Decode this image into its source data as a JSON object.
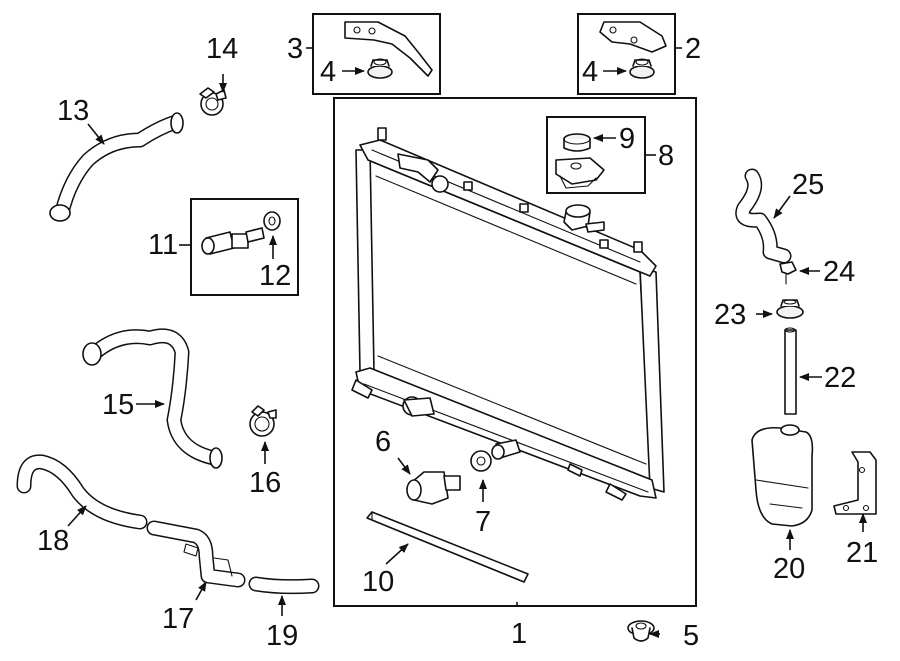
{
  "diagram": {
    "callouts": {
      "c1": "1",
      "c2": "2",
      "c3": "3",
      "c4a": "4",
      "c4b": "4",
      "c5": "5",
      "c6": "6",
      "c7": "7",
      "c8": "8",
      "c9": "9",
      "c10": "10",
      "c11": "11",
      "c12": "12",
      "c13": "13",
      "c14": "14",
      "c15": "15",
      "c16": "16",
      "c17": "17",
      "c18": "18",
      "c19": "19",
      "c20": "20",
      "c21": "21",
      "c22": "22",
      "c23": "23",
      "c24": "24",
      "c25": "25"
    }
  },
  "colors": {
    "line": "#111111",
    "background": "#ffffff"
  }
}
